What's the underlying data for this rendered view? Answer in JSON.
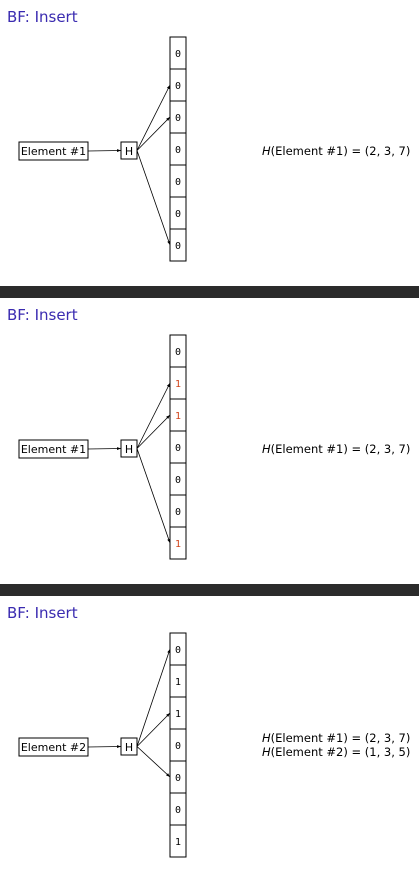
{
  "slides": [
    {
      "title": "BF: Insert",
      "element_label": "Element #1",
      "hash_label": "H",
      "bits": [
        "0",
        "0",
        "0",
        "0",
        "0",
        "0",
        "0"
      ],
      "highlight": [
        false,
        false,
        false,
        false,
        false,
        false,
        false
      ],
      "targets": [
        1,
        2,
        6
      ],
      "equations": [
        {
          "fn": "H",
          "rest": "(Element #1) = (2, 3, 7)"
        }
      ]
    },
    {
      "title": "BF: Insert",
      "element_label": "Element #1",
      "hash_label": "H",
      "bits": [
        "0",
        "1",
        "1",
        "0",
        "0",
        "0",
        "1"
      ],
      "highlight": [
        false,
        true,
        true,
        false,
        false,
        false,
        true
      ],
      "targets": [
        1,
        2,
        6
      ],
      "equations": [
        {
          "fn": "H",
          "rest": "(Element #1) = (2, 3, 7)"
        }
      ]
    },
    {
      "title": "BF: Insert",
      "element_label": "Element #2",
      "hash_label": "H",
      "bits": [
        "0",
        "1",
        "1",
        "0",
        "0",
        "0",
        "1"
      ],
      "highlight": [
        false,
        false,
        false,
        false,
        false,
        false,
        false
      ],
      "targets": [
        0,
        2,
        4
      ],
      "equations": [
        {
          "fn": "H",
          "rest": "(Element #1) = (2, 3, 7)"
        },
        {
          "fn": "H",
          "rest": "(Element #2) = (1, 3, 5)"
        }
      ]
    }
  ],
  "colors": {
    "title": "#3a2bb0",
    "highlight_bit": "#d0451b",
    "separator": "#2b2b2b"
  }
}
